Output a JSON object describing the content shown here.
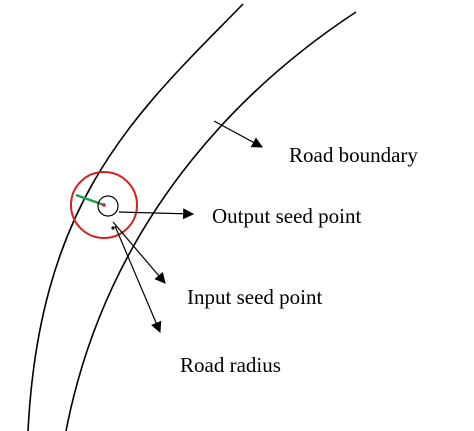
{
  "labels": {
    "road_boundary": "Road boundary",
    "output_seed_point": "Output seed point",
    "input_seed_point": "Input seed point",
    "road_radius": "Road radius"
  },
  "colors": {
    "line": "#000000",
    "search_circle": "#d42020",
    "radius_line": "#18a04a",
    "seed_circle": "#000000",
    "background": "#ffffff"
  }
}
